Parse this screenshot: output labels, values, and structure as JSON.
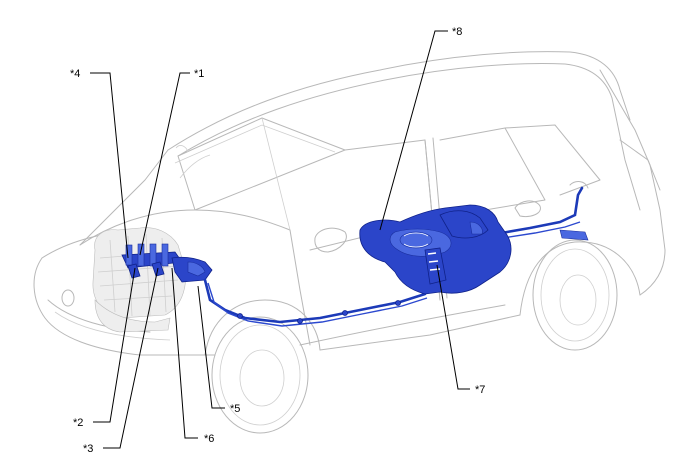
{
  "callouts": {
    "c1": "*1",
    "c2": "*2",
    "c3": "*3",
    "c4": "*4",
    "c5": "*5",
    "c6": "*6",
    "c7": "*7",
    "c8": "*8"
  },
  "colors": {
    "fuel_system": "#2b45c9",
    "car_outline": "#b8b8b8",
    "leader_lines": "#000000"
  }
}
